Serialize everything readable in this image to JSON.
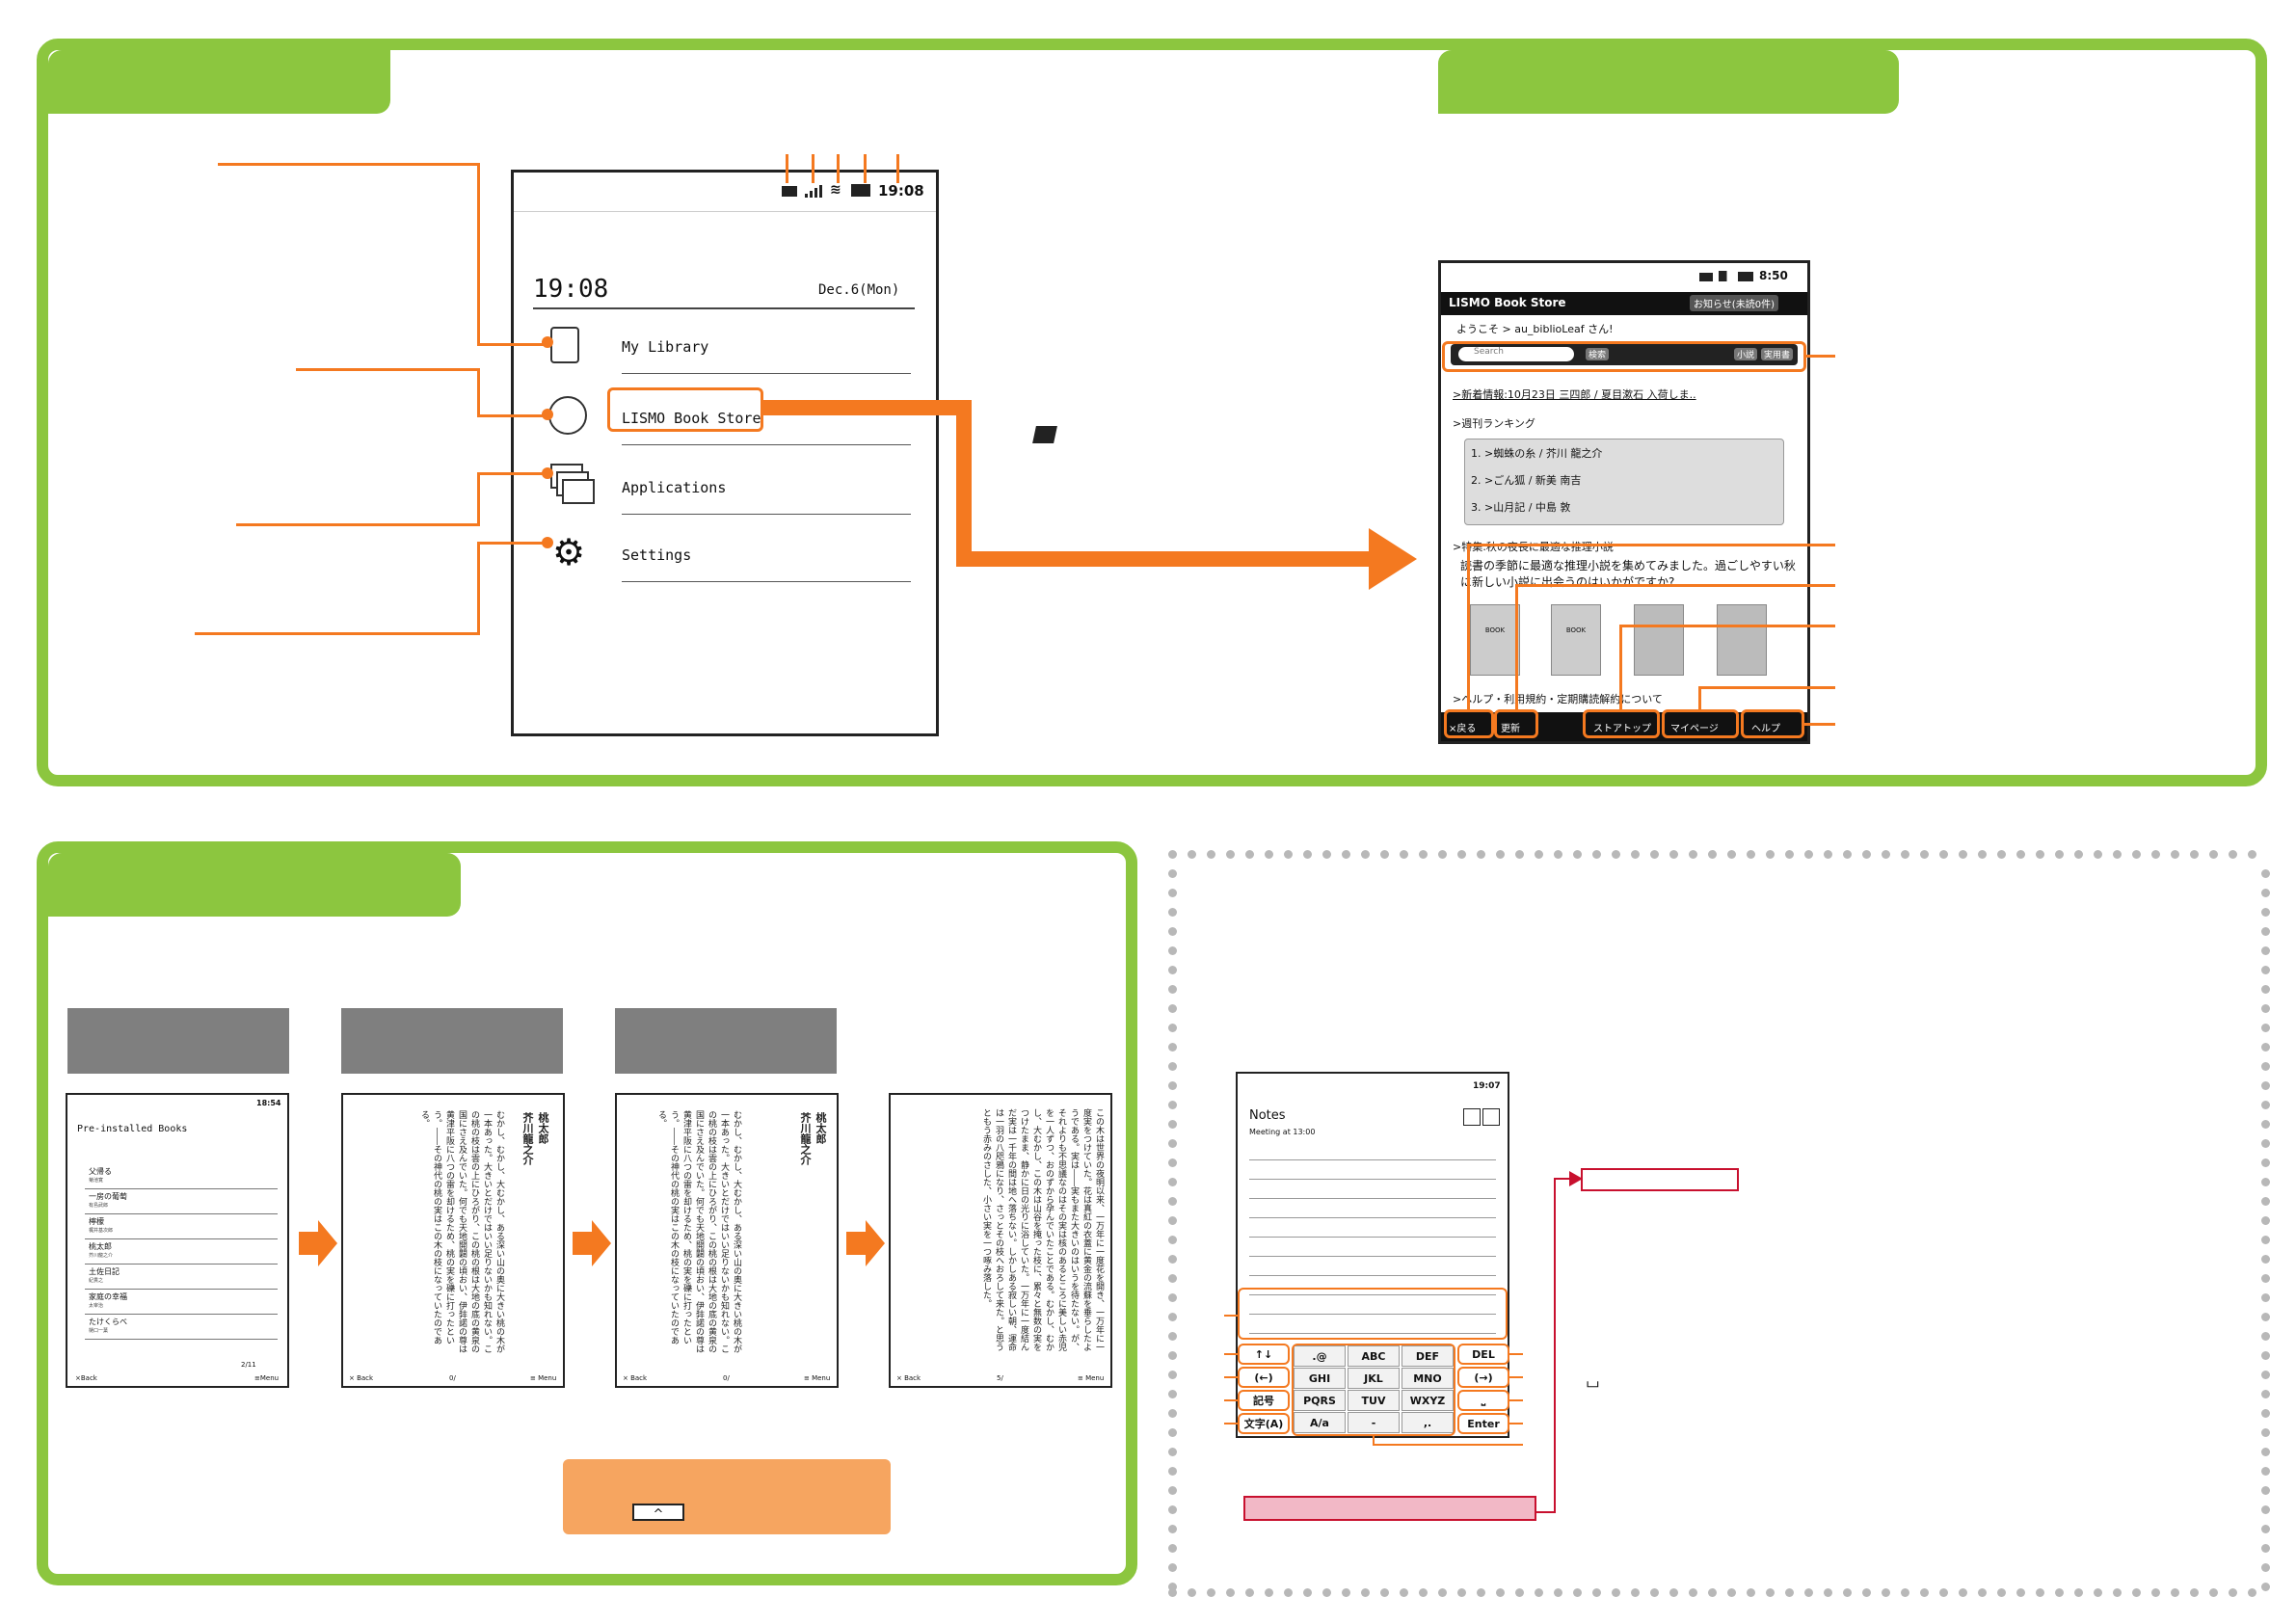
{
  "colors": {
    "accent_green": "#8cc63f",
    "accent_orange": "#f47920",
    "soft_orange": "#f6a560",
    "pink": "#f2b8c6",
    "red": "#c8102e"
  },
  "home": {
    "time": "19:08",
    "status_time": "19:08",
    "date": "Dec.6(Mon)",
    "menu": [
      {
        "label": "My Library",
        "icon": "book-icon"
      },
      {
        "label": "LISMO Book Store",
        "icon": "store-icon"
      },
      {
        "label": "Applications",
        "icon": "apps-icon"
      },
      {
        "label": "Settings",
        "icon": "gear-icon"
      }
    ]
  },
  "store": {
    "status_time": "8:50",
    "title": "LISMO Book Store",
    "notice_button": "お知らせ(未読0件)",
    "welcome": "ようこそ > au_biblioLeaf さん!",
    "search_placeholder": "Search",
    "search_button": "検索",
    "cat1": "小説",
    "cat2": "実用書",
    "news": ">新着情報:10月23日 三四郎 / 夏目漱石 入荷しま..",
    "ranking_title": ">週刊ランキング",
    "ranking": [
      "1. >蜘蛛の糸 / 芥川 龍之介",
      "2. >ごん狐 / 新美 南吉",
      "3. >山月記 / 中島 敦"
    ],
    "feature_title": ">特集:秋の夜長に最適な推理小説",
    "feature_text": "読書の季節に最適な推理小説を集めてみました。過ごしやすい秋に新しい小説に出会うのはいかがですか?",
    "book_label": "BOOK",
    "help_link": ">ヘルプ・利用規約・定期購読解約について",
    "bottom": [
      "×戻る",
      "更新",
      "ストアトップ",
      "マイページ",
      "ヘルプ"
    ]
  },
  "reading": {
    "list_status_time": "18:54",
    "list_title": "Pre-installed Books",
    "books": [
      {
        "title": "父帰る",
        "author": "菊池寛"
      },
      {
        "title": "一房の葡萄",
        "author": "有島武郎"
      },
      {
        "title": "檸檬",
        "author": "梶井基次郎"
      },
      {
        "title": "桃太郎",
        "author": "芥川龍之介"
      },
      {
        "title": "土佐日記",
        "author": "紀貫之"
      },
      {
        "title": "家庭の幸福",
        "author": "太宰治"
      },
      {
        "title": "たけくらべ",
        "author": "樋口一葉"
      }
    ],
    "list_page": "2/11",
    "list_back": "×Back",
    "list_menu": "≡Menu",
    "book_title": "桃太郎",
    "book_author": "芥川龍之介",
    "text_a": "むかし、むかし、大むかし、ある深い山の奥に大きい桃の木が一本あった。大きいとだけではいい足りないかも知れない。この桃の枝は雲の上にひろがり、この桃の根は大地の底の黄泉の国にさえ及んでいた。何でも天地開闢の頃おい、伊弉諾の尊は黄津平阪に八つの雷を却けるため、桃の実を礫に打ったという。――その神代の桃の実はこの木の枝になっていたのである。",
    "text_b": "この木は世界の夜明以来、一万年に一度花を開き、一万年に一度実をつけていた。花は真紅の衣蓋に黄金の流蘇を垂らしたようである。実は――実もまた大きいのはいうを待たない。が、それよりも不思議なのはその実は核のあるところに美しい赤児を一人ずつ、おのずから孕んでいたことである。むかし、むかし、大むかし、この木は山谷を掩った枝に、累々と無数の実をつけたまま、静かに日の光りに浴していた。一万年に一度結んだ実は一千年の間は地へ落ちない。しかしある寂しい朝、運命は一羽の八咫鴉になり、さっとその枝へおろして来た。と思うともう赤みのさした、小さい実を一つ啄み落した。",
    "page_a": "0/",
    "page_b": "5/",
    "back": "× Back",
    "menu": "≡ Menu",
    "caret_key": "^"
  },
  "notes": {
    "status_time": "19:07",
    "title": "Notes",
    "entry": "Meeting at 13:00",
    "keys_left": [
      "↑↓",
      "(←)",
      "記号",
      "文字(A)"
    ],
    "keys_grid": [
      ".@",
      "ABC",
      "DEF",
      "GHI",
      "JKL",
      "MNO",
      "PQRS",
      "TUV",
      "WXYZ",
      "A/a",
      "-",
      ",."
    ],
    "keys_right": [
      "DEL",
      "(→)",
      "⎵",
      "Enter"
    ],
    "space_bracket": "⌴"
  }
}
